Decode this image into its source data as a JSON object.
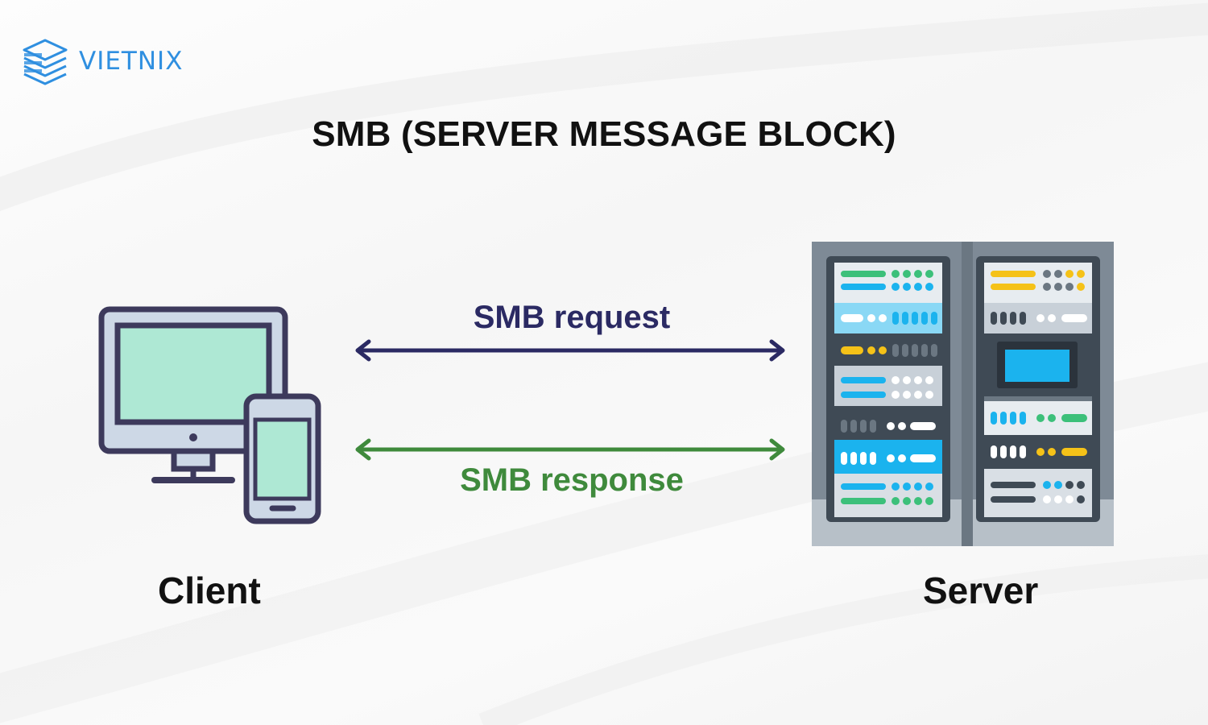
{
  "brand": {
    "name": "VIETNIX",
    "logo_icon": "stacked-layers-icon",
    "color": "#2f8fe0"
  },
  "title": "SMB (SERVER MESSAGE BLOCK)",
  "client": {
    "label": "Client",
    "icon": "monitor-and-phone-icon"
  },
  "server": {
    "label": "Server",
    "icon": "server-rack-icon"
  },
  "request": {
    "label": "SMB request",
    "color": "#2b2a63"
  },
  "response": {
    "label": "SMB response",
    "color": "#3f8a3c"
  }
}
